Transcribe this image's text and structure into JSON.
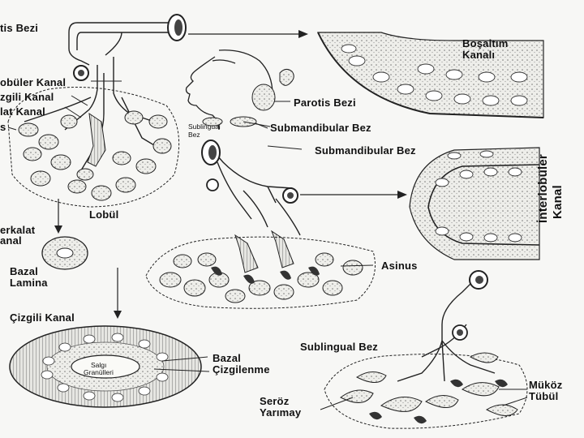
{
  "labels": {
    "parotis_bezi_top": "tis Bezi",
    "bosaltim_kanali_1": "Boşaltım",
    "bosaltim_kanali_2": "Kanalı",
    "interlobuler_kanal_left": "obüler Kanal",
    "cizgili_kanal_left": "zgili Kanal",
    "interkalat_kanal_left": "lat Kanal",
    "s_fragment": "s",
    "parotis_bezi": "Parotis Bezi",
    "sublingual_bez_small_1": "Sublingual",
    "sublingual_bez_small_2": "Bez",
    "submandibular_bez_1": "Submandibular Bez",
    "submandibular_bez_2": "Submandibular Bez",
    "interlobuler_rot_1": "İnterlobüler",
    "interlobuler_rot_2": "Kanal",
    "lobul": "Lobül",
    "interkalat_1": "erkalat",
    "interkalat_2": "anal",
    "bazal_lamina_1": "Bazal",
    "bazal_lamina_2": "Lamina",
    "asinus": "Asinus",
    "cizgili_kanal": "Çizgili Kanal",
    "sublingual_bez": "Sublingual Bez",
    "bazal_cizgilenme_1": "Bazal",
    "bazal_cizgilenme_2": "Çizgilenme",
    "salgi_granulleri_1": "Salgı",
    "salgi_granulleri_2": "Granülleri",
    "mukoz_tubul_1": "Müköz",
    "mukoz_tubul_2": "Tübül",
    "seroz_yarimay_1": "Seröz",
    "seroz_yarimay_2": "Yarımay"
  }
}
